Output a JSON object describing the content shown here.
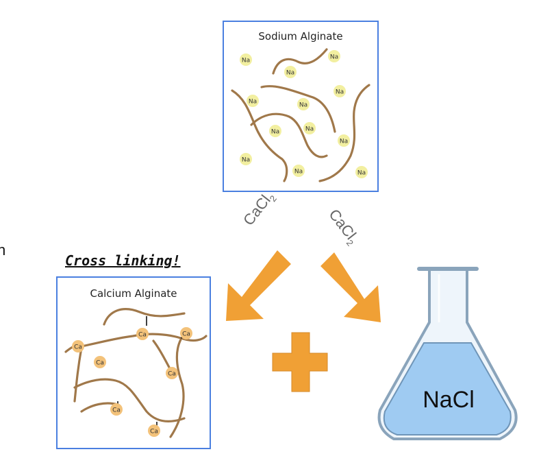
{
  "sodium_panel": {
    "title": "Sodium Alginate",
    "ion_label": "Na"
  },
  "calcium_panel": {
    "title": "Calcium Alginate",
    "ion_label": "Ca"
  },
  "annotation": "Cross linking!",
  "reagent_left": {
    "base": "CaCl",
    "subscript": "2"
  },
  "reagent_right": {
    "base": "CaCl",
    "subscript": "2"
  },
  "flask_label": "NaCl",
  "edge_glyph": "n",
  "colors": {
    "border": "#4a7fe0",
    "chain": "#a0784a",
    "na_ion": "#f2efa0",
    "ca_ion": "#f3c27a",
    "arrow": "#f0a035",
    "flask_liquid": "#9fcbf2"
  }
}
